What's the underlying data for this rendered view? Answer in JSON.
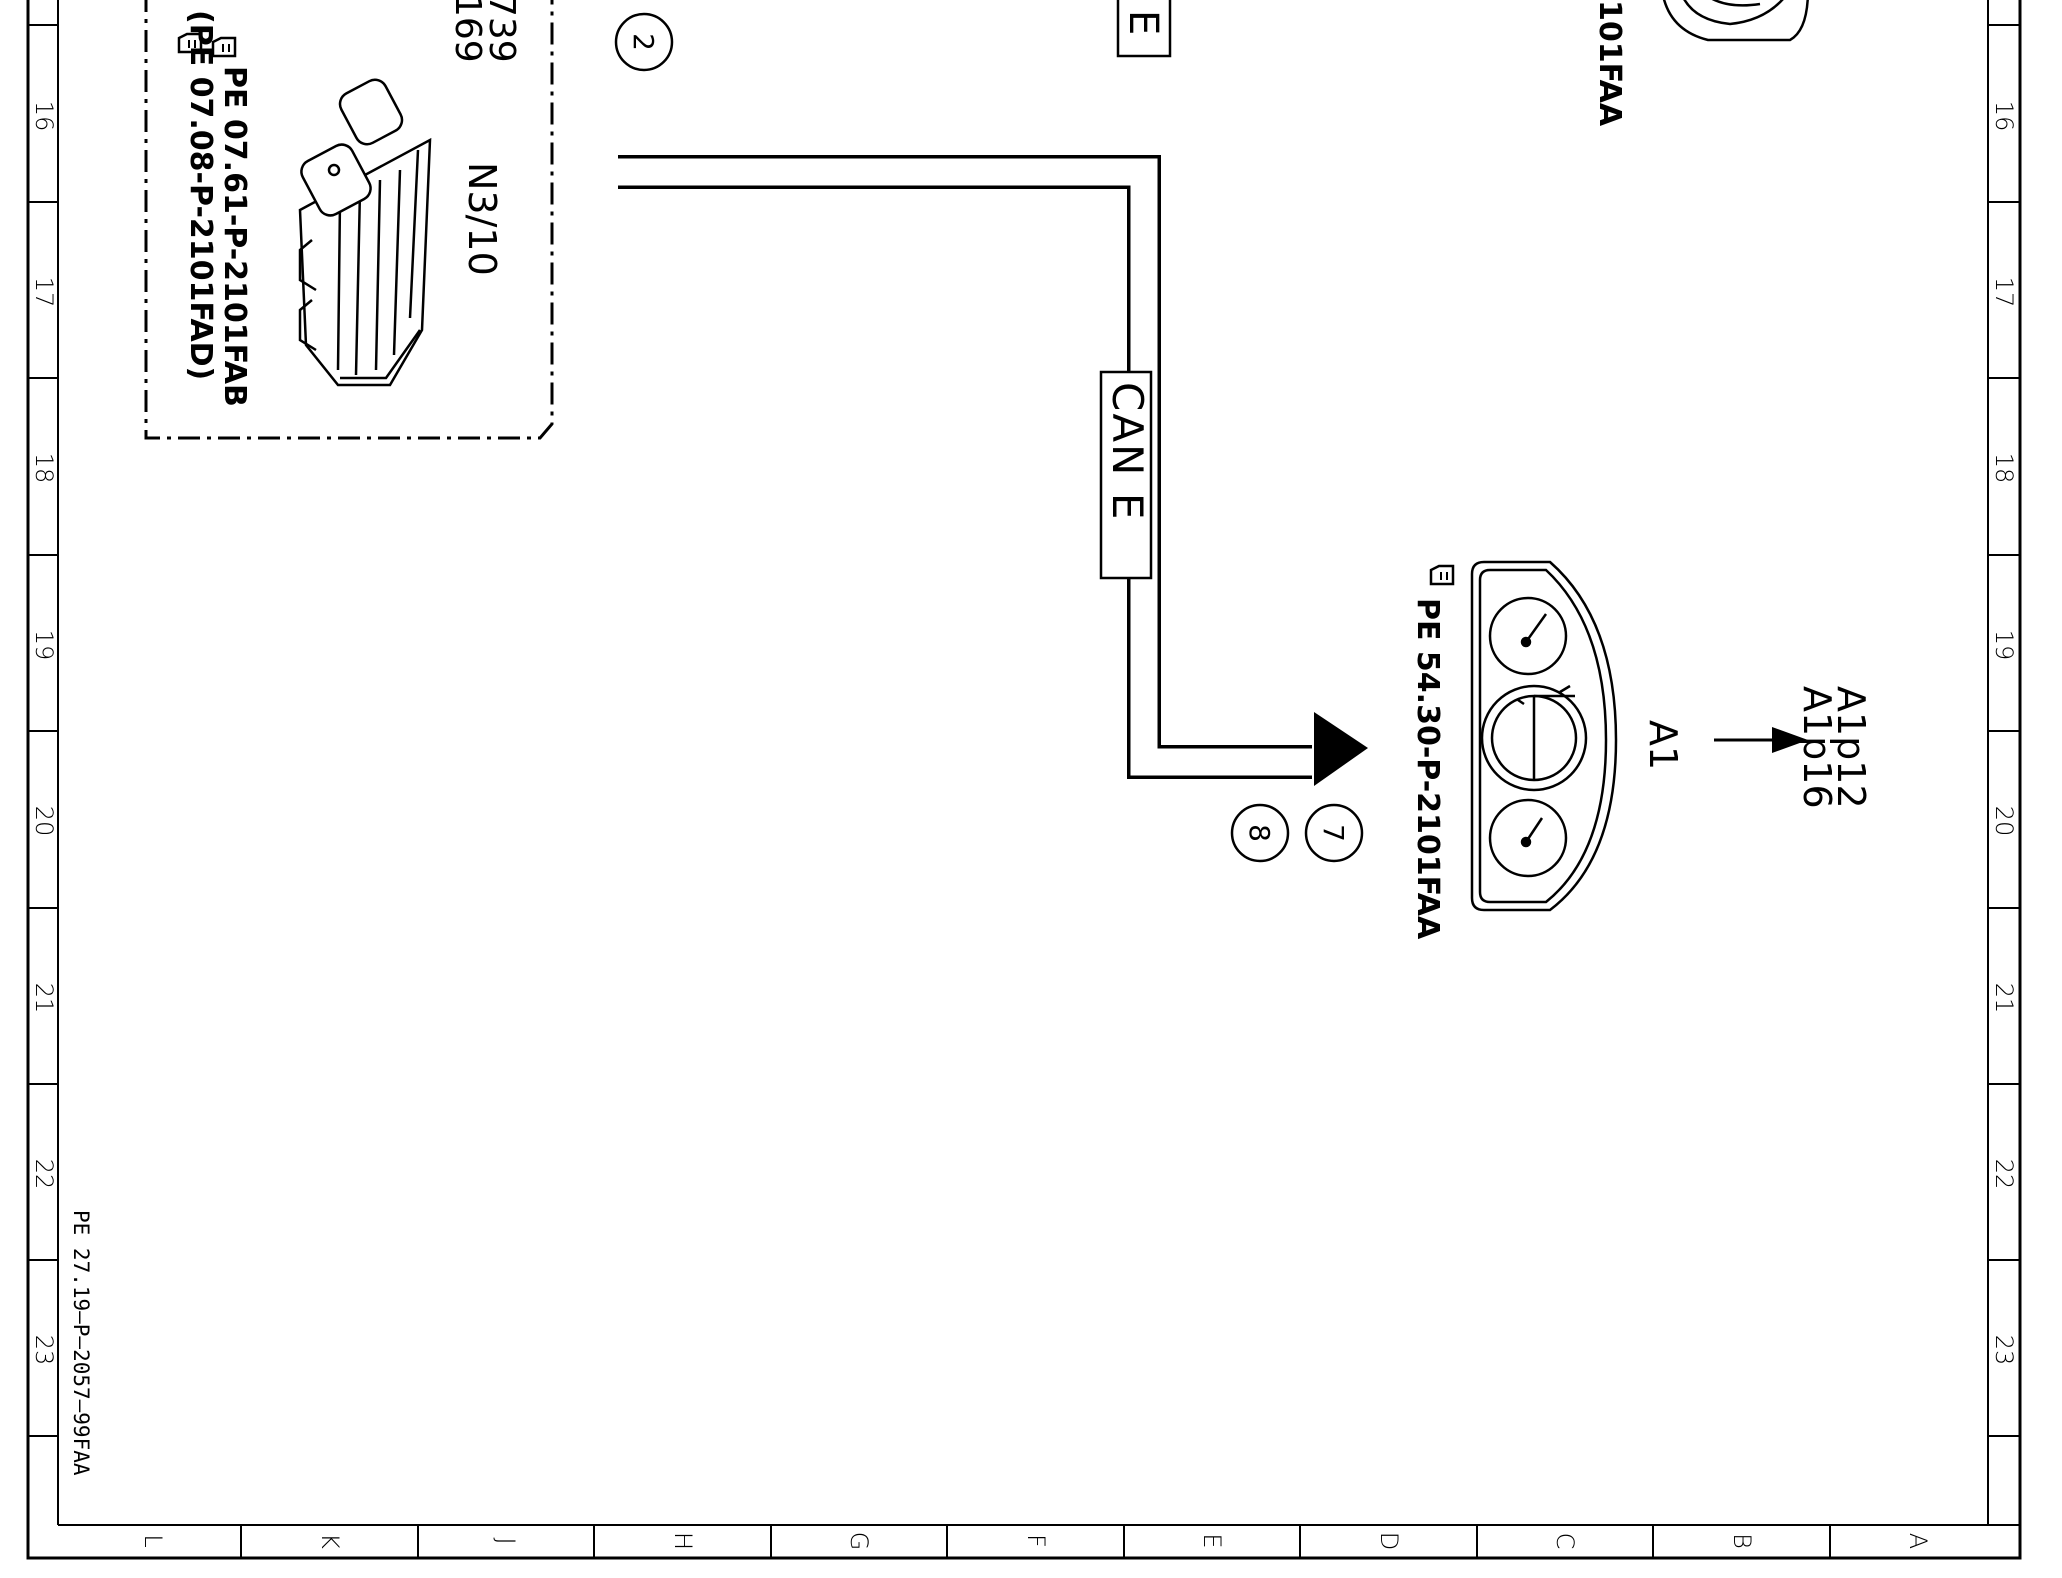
{
  "frame": {
    "row_numbers": [
      "16",
      "17",
      "18",
      "19",
      "20",
      "21",
      "22",
      "23"
    ],
    "column_letters": [
      "L",
      "K",
      "J",
      "H",
      "G",
      "F",
      "E",
      "D",
      "C",
      "B",
      "A"
    ]
  },
  "drawing_id": "PE 27.19–P–2057–99FAA",
  "module_n3_10": {
    "label": "N3/10",
    "partial_ref_top": "739",
    "partial_ref_bottom": "169",
    "ref1": "PE  07.61-P-2101FAB",
    "ref2": "(PE  07.08-P-2101FAD)"
  },
  "top_partial": {
    "can_box_letter": "E",
    "ref_fragment": "101FAA"
  },
  "bus": {
    "label": "CAN  E"
  },
  "callouts": [
    "2",
    "7",
    "8"
  ],
  "instrument_cluster": {
    "label": "A1",
    "ref": "PE  54.30-P-2101FAA",
    "targets": [
      "A1p12",
      "A1p16"
    ]
  }
}
